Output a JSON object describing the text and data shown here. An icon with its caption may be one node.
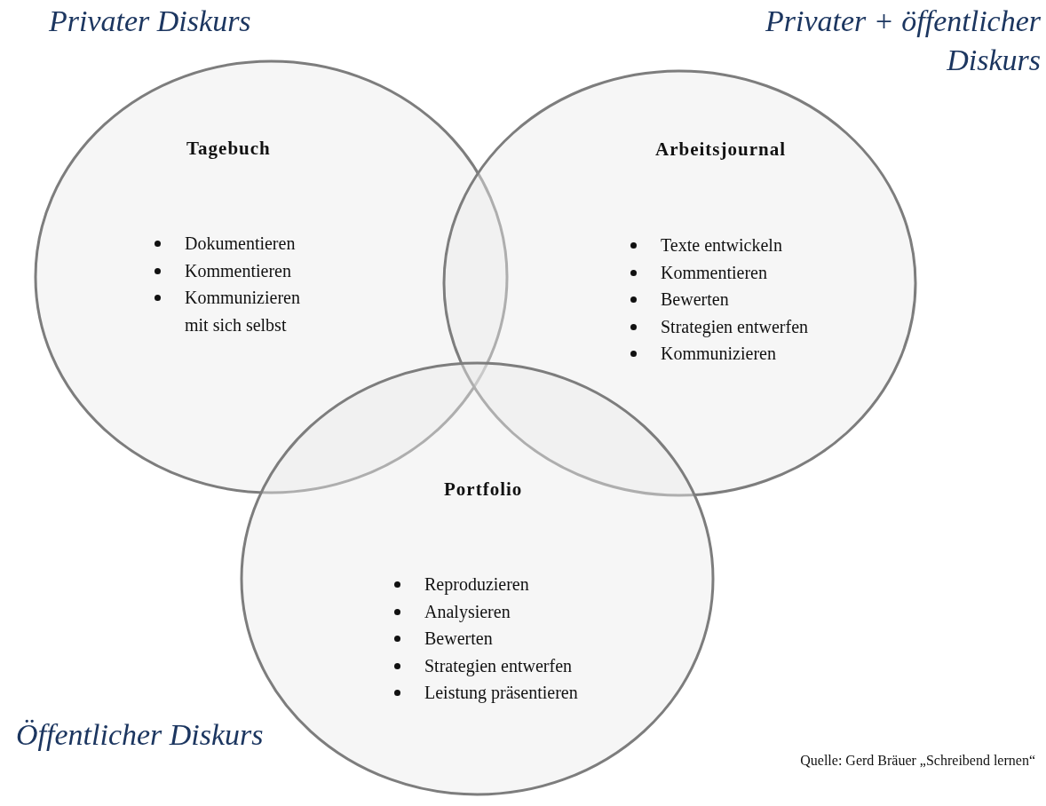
{
  "diagram": {
    "caption": "Quelle: Gerd Bräuer „Schreibend lernen“",
    "nodes": [
      {
        "text": [
          "Tagebuch",
          "Dokumentieren",
          "Kommentieren",
          "Kommunizieren mit sich selbst"
        ]
      },
      {
        "text": [
          "Arbeitsjournal",
          "Texte entwickeln",
          "Kommentieren",
          "Bewerten",
          "Strategien entwerfen",
          "Kommunizieren"
        ]
      },
      {
        "text": [
          "Portfolio",
          "Reproduzieren",
          "Analysieren",
          "Bewerten",
          "Strategien entwerfen",
          "Leistung präsentieren"
        ]
      }
    ],
    "edges": [],
    "labels": [
      "Privater Diskurs",
      "Privater + öffentlicher Diskurs",
      "Öffentlicher Diskurs"
    ]
  }
}
